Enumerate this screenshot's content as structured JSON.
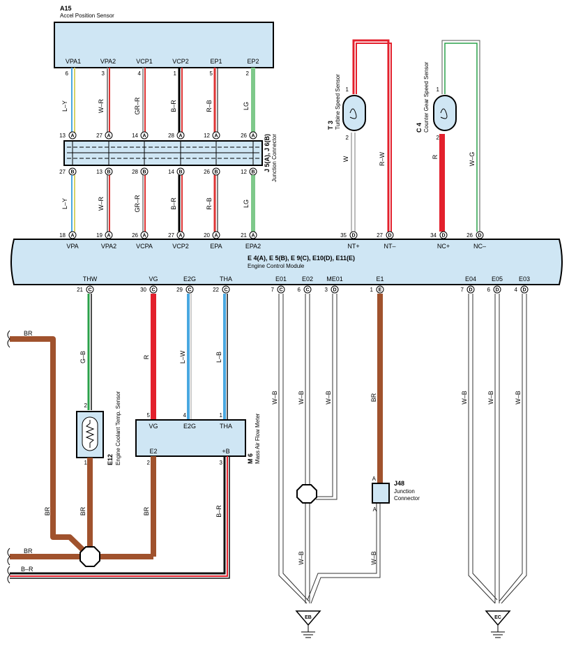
{
  "accel_sensor": {
    "code": "A15",
    "name": "Accel Position Sensor",
    "wires": [
      {
        "term": "VPA1",
        "pin": "6",
        "color": "L–Y",
        "j_top": "13",
        "j_bot": "27",
        "ecm_pin": "18",
        "ecm_term": "VPA"
      },
      {
        "term": "VPA2",
        "pin": "3",
        "color": "W–R",
        "j_top": "27",
        "j_bot": "13",
        "ecm_pin": "19",
        "ecm_term": "VPA2"
      },
      {
        "term": "VCP1",
        "pin": "4",
        "color": "GR–R",
        "j_top": "14",
        "j_bot": "28",
        "ecm_pin": "26",
        "ecm_term": "VCPA"
      },
      {
        "term": "VCP2",
        "pin": "1",
        "color": "B–R",
        "j_top": "28",
        "j_bot": "14",
        "ecm_pin": "27",
        "ecm_term": "VCP2"
      },
      {
        "term": "EP1",
        "pin": "5",
        "color": "R–B",
        "j_top": "12",
        "j_bot": "26",
        "ecm_pin": "20",
        "ecm_term": "EPA"
      },
      {
        "term": "EP2",
        "pin": "2",
        "color": "LG",
        "j_top": "26",
        "j_bot": "12",
        "ecm_pin": "21",
        "ecm_term": "EPA2"
      }
    ],
    "bottom_colors": [
      "L–Y",
      "W–R",
      "GR–R",
      "B–R",
      "R–B",
      "LG"
    ]
  },
  "junction_j5j6": {
    "code": "J 5(A), J 6(B)",
    "name": "Junction Connector",
    "top_letter": "A",
    "bottom_letter": "B"
  },
  "turbine_sensor": {
    "code": "T 3",
    "name": "Turbine Speed Sensor",
    "pin1": "1",
    "pin2": "2",
    "wire_left": "W",
    "wire_right": "R–W",
    "ecm_pin_left": "35",
    "ecm_pin_right": "27",
    "ecm_term_left": "NT+",
    "ecm_term_right": "NT–",
    "conn": "D"
  },
  "counter_sensor": {
    "code": "C 4",
    "name": "Counter Gear Speed Sensor",
    "pin1": "1",
    "pin2": "2",
    "wire_left": "R",
    "wire_right": "W–G",
    "ecm_pin_left": "34",
    "ecm_pin_right": "26",
    "ecm_term_left": "NC+",
    "ecm_term_right": "NC–",
    "conn": "D"
  },
  "ecm": {
    "code": "E 4(A), E 5(B), E 9(C), E10(D), E11(E)",
    "name": "Engine Control Module"
  },
  "ecm_bottom": [
    {
      "term": "THW",
      "pin": "21",
      "conn": "C"
    },
    {
      "term": "VG",
      "pin": "30",
      "conn": "C"
    },
    {
      "term": "E2G",
      "pin": "29",
      "conn": "C"
    },
    {
      "term": "THA",
      "pin": "22",
      "conn": "C"
    },
    {
      "term": "E01",
      "pin": "7",
      "conn": "C"
    },
    {
      "term": "E02",
      "pin": "6",
      "conn": "C"
    },
    {
      "term": "ME01",
      "pin": "3",
      "conn": "D"
    },
    {
      "term": "E1",
      "pin": "1",
      "conn": "E"
    },
    {
      "term": "E04",
      "pin": "7",
      "conn": "D"
    },
    {
      "term": "E05",
      "pin": "6",
      "conn": "D"
    },
    {
      "term": "E03",
      "pin": "4",
      "conn": "D"
    }
  ],
  "coolant_sensor": {
    "code": "E12",
    "name": "Engine Coolant Temp. Sensor",
    "pin_top": "2",
    "pin_bot": "1",
    "wire_top": "G–B",
    "wire_bot": "BR"
  },
  "maf": {
    "code": "M 6",
    "name": "Mass Air Flow Meter",
    "t_vg": "VG",
    "t_e2g": "E2G",
    "t_tha": "THA",
    "t_e2": "E2",
    "t_b": "+B",
    "p_vg": "5",
    "p_e2g": "4",
    "p_tha": "1",
    "p_e2": "2",
    "p_b": "3",
    "w_vg": "R",
    "w_e2g": "L–W",
    "w_tha": "L–B",
    "w_e2": "BR",
    "w_b": "B–R"
  },
  "j48": {
    "code": "J48",
    "name": "Junction Connector",
    "pin": "A"
  },
  "ground_wires": {
    "e01": "W–B",
    "e02": "W–B",
    "me01": "W–B",
    "e1": "BR",
    "e04": "W–B",
    "e05": "W–B",
    "e03": "W–B",
    "eb_left": "W–B",
    "eb_right": "W–B"
  },
  "grounds": {
    "eb": "EB",
    "ec": "EC"
  },
  "left_wires": {
    "top": "BR",
    "mid": "BR",
    "bot": "B–R",
    "coolant_left": "BR"
  }
}
